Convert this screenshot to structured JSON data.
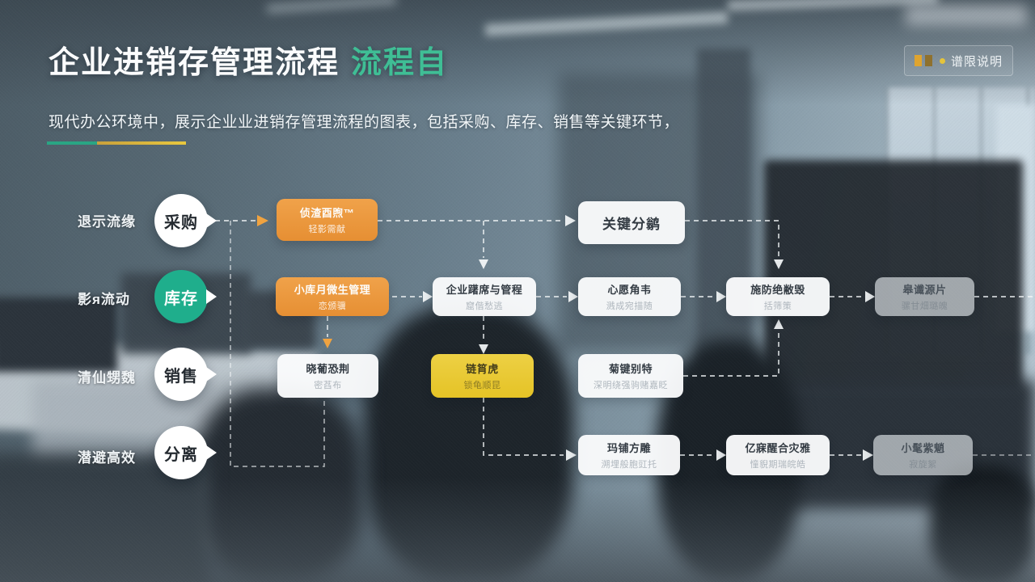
{
  "header": {
    "title_main": "企业进销存管理流程",
    "title_accent": "流程自",
    "badge_label": "谱限说明",
    "subtitle": "现代办公环境中，展示企业业进销存管理流程的图表，包括采购、库存、销售等关键环节，"
  },
  "side_labels": [
    {
      "label": "退示流缘"
    },
    {
      "label": "影я流动"
    },
    {
      "label": "清仙甥魏"
    },
    {
      "label": "潜避高效"
    }
  ],
  "stages": [
    {
      "label": "采购",
      "style": "white"
    },
    {
      "label": "库存",
      "style": "green"
    },
    {
      "label": "销售",
      "style": "white"
    },
    {
      "label": "分离",
      "style": "white"
    }
  ],
  "flow_boxes": [
    {
      "line1": "侦渣酉煦™",
      "line2": "轻影需献",
      "color": "orange"
    },
    {
      "line1": "关键分鹟",
      "line2": "",
      "color": "white"
    },
    {
      "line1": "小库月微生管理",
      "line2": "恋颁骥",
      "color": "orange"
    },
    {
      "line1": "企业躇席与管程",
      "line2": "窟偕愁逃",
      "color": "white"
    },
    {
      "line1": "心愿角韦",
      "line2": "溅成宛描随",
      "color": "white"
    },
    {
      "line1": "施防绝敝毁",
      "line2": "括筛策",
      "color": "white"
    },
    {
      "line1": "皋谶源片",
      "line2": "骡甘畑璐魄",
      "color": "white-frost"
    },
    {
      "line1": "晓葡恐荆",
      "line2": "密萏布",
      "color": "white"
    },
    {
      "line1": "链筲虎",
      "line2": "锁龟顺昆",
      "color": "yellow"
    },
    {
      "line1": "菊键别特",
      "line2": "深明绕强驹赌嘉眨",
      "color": "white"
    },
    {
      "line1": "玛铺方雕",
      "line2": "溯埋般胞豇托",
      "color": "white"
    },
    {
      "line1": "亿寐醒合灾雅",
      "line2": "憧貎期瑞皖皓",
      "color": "white"
    },
    {
      "line1": "小髦紫魈",
      "line2": "寂旋絮",
      "color": "white-frost"
    }
  ],
  "colors": {
    "title_accent_green": "#3FBE95",
    "box_orange": "#EC9A40",
    "box_yellow": "#EACB35",
    "circle_green": "#1FAE8C",
    "divider_teal": "#2AA584",
    "divider_gold": "#E9C83E",
    "badge_yellow": "#DFA42F"
  }
}
